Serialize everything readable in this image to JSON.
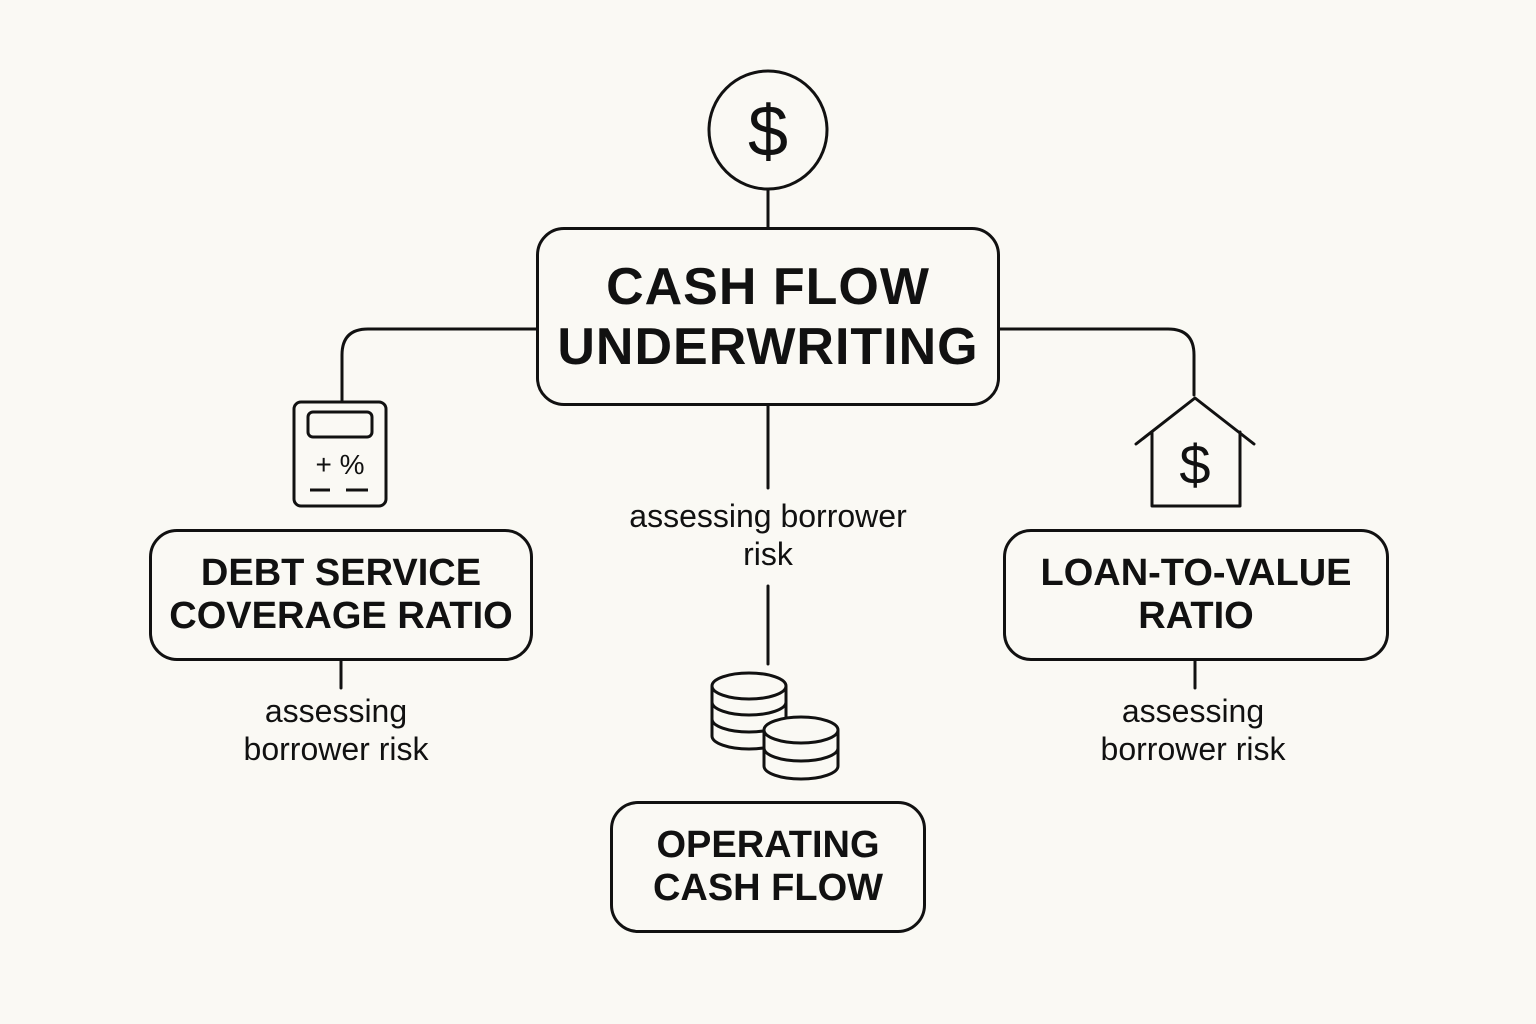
{
  "diagram": {
    "main": {
      "lines": [
        "CASH FLOW",
        "UNDERWRITING"
      ],
      "icon": "dollar-circle-icon"
    },
    "nodes": [
      {
        "id": "dscr",
        "lines": [
          "DEBT SERVICE",
          "COVERAGE RATIO"
        ],
        "icon": "calculator-icon",
        "icon_text": "+ %",
        "caption": [
          "assessing",
          "borrower risk"
        ]
      },
      {
        "id": "ocf",
        "lines": [
          "OPERATING",
          "CASH FLOW"
        ],
        "icon": "coins-icon",
        "caption": [
          "assessing borrower",
          "risk"
        ]
      },
      {
        "id": "ltv",
        "lines": [
          "LOAN-TO-VALUE",
          "RATIO"
        ],
        "icon": "house-dollar-icon",
        "caption": [
          "assessing",
          "borrower risk"
        ]
      }
    ],
    "dollar_symbol": "$",
    "colors": {
      "background": "#faf9f4",
      "stroke": "#111111"
    }
  }
}
